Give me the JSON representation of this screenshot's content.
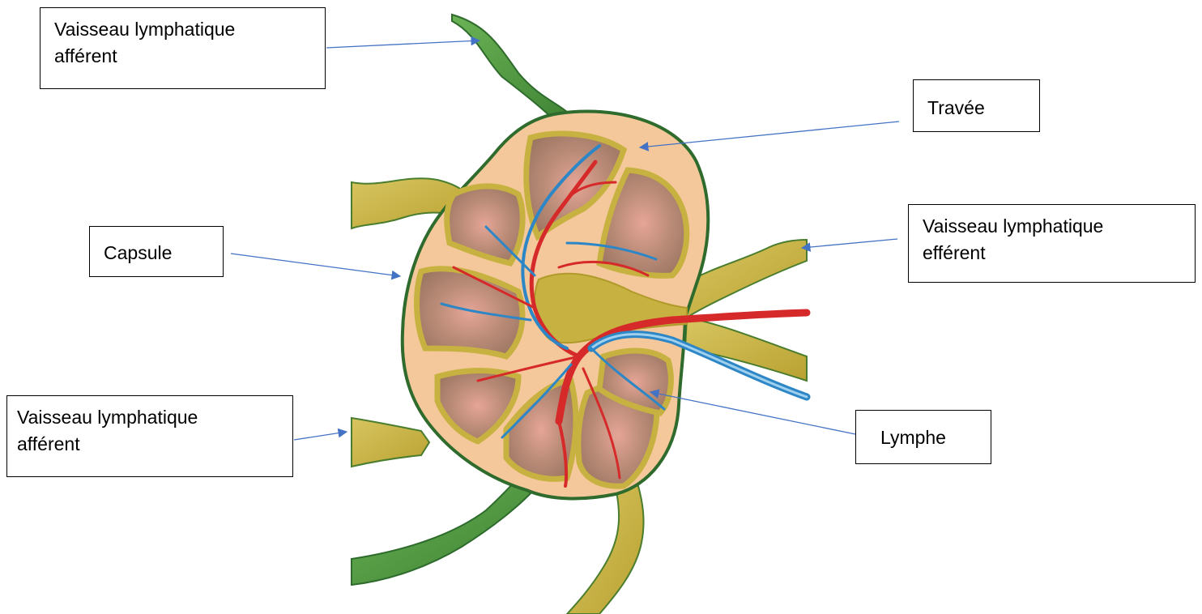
{
  "labels": {
    "afferent_top": "Vaisseau lymphatique\nafférent",
    "travee": "Travée",
    "capsule": "Capsule",
    "efferent": "Vaisseau lymphatique\nefférent",
    "afferent_bottom": "Vaisseau lymphatique\nafférent",
    "lymphe": "Lymphe"
  },
  "colors": {
    "capsule_outline": "#2e6b2c",
    "vessel_green": "#4f9a3f",
    "capsule_fill": "#f4c89a",
    "trabecula_yellow": "#c7b241",
    "lymph_yellow": "#d4bf4a",
    "nodule_brown": "#b68a76",
    "artery_red": "#d62a2a",
    "vein_blue": "#2d86c6",
    "arrow_blue": "#4472c4",
    "box_border": "#000000"
  }
}
